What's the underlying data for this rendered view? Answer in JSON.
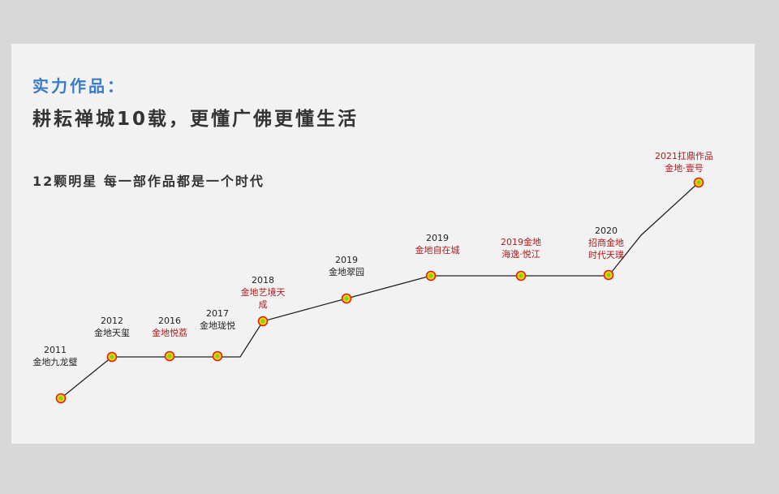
{
  "header": {
    "section_title": "实力作品：",
    "headline": "耕耘禅城10载，更懂广佛更懂生活",
    "subtitle": "12颗明星  每一部作品都是一个时代"
  },
  "colors": {
    "accent_blue": "#3a7bc8",
    "highlight_red": "#b01a1a",
    "text_dark": "#222222",
    "marker_ring": "#e02020",
    "marker_fill": "#f0d000",
    "marker_center": "#7bd321",
    "line": "#222222"
  },
  "milestones": [
    {
      "label": [
        "2011",
        "金地九龙璧"
      ],
      "highlight": false
    },
    {
      "label": [
        "2012",
        "金地天玺"
      ],
      "highlight": false
    },
    {
      "label": [
        "2016",
        "金地悦荔"
      ],
      "highlight": [
        false,
        true
      ]
    },
    {
      "label": [
        "2017",
        "金地珑悦"
      ],
      "highlight": false
    },
    {
      "label": [
        "2018",
        "金地艺境天",
        "成"
      ],
      "highlight": [
        false,
        true,
        true
      ]
    },
    {
      "label": [
        "2019",
        "金地翠园"
      ],
      "highlight": false
    },
    {
      "label": [
        "2019",
        "金地自在城"
      ],
      "highlight": [
        false,
        true
      ]
    },
    {
      "label": [
        "2019金地",
        "海逸·悦江"
      ],
      "highlight": true
    },
    {
      "label": [
        "2020",
        "招商金地",
        "时代天璞"
      ],
      "highlight": [
        false,
        true,
        true
      ]
    },
    {
      "label": [
        "2021扛鼎作品",
        "金地·壹号"
      ],
      "highlight": true
    }
  ]
}
